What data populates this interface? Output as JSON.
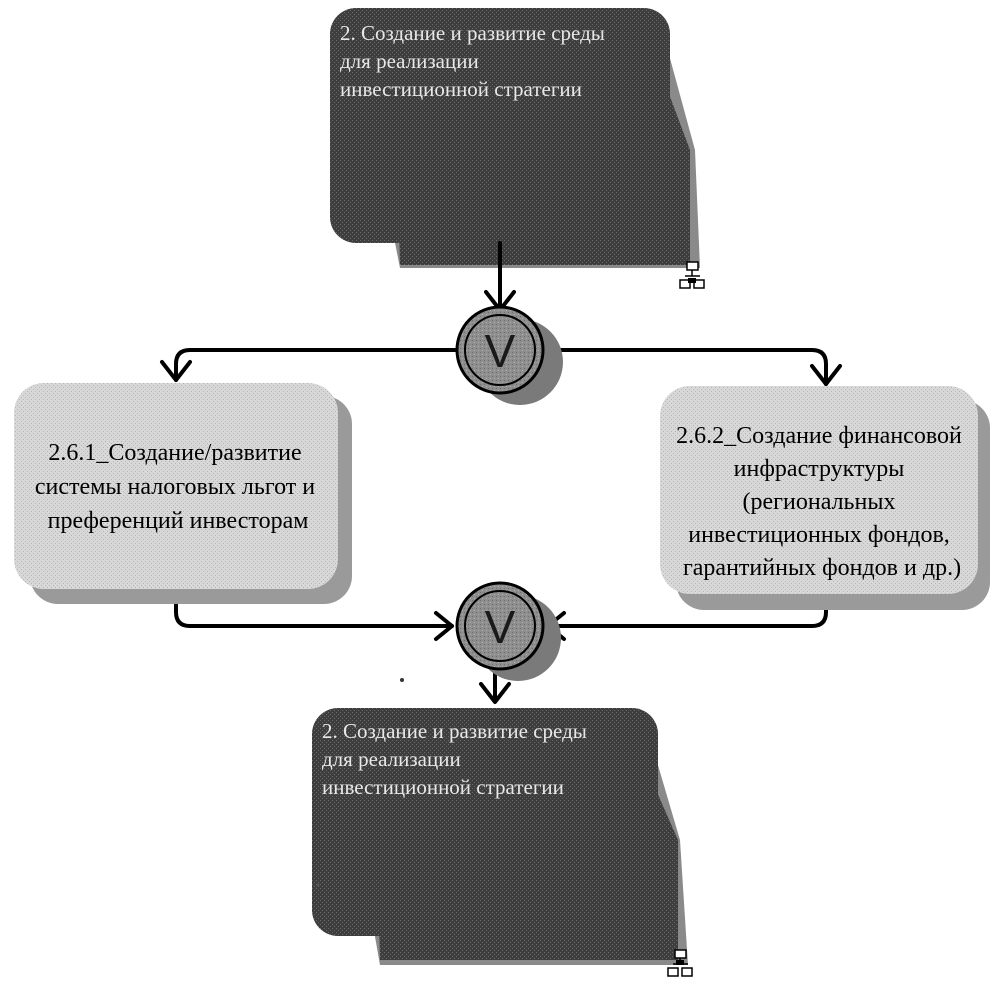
{
  "diagram": {
    "top_node": {
      "lines": [
        "2. Создание и развитие среды",
        "для реализации",
        "инвестиционной стратегии"
      ]
    },
    "gateway_top": {
      "symbol": "V"
    },
    "left_node": {
      "lines": [
        "2.6.1_Создание/развитие",
        "системы налоговых льгот и",
        "преференций инвесторам"
      ]
    },
    "right_node": {
      "lines": [
        "2.6.2_Создание финансовой",
        "инфраструктуры",
        "(региональных",
        "инвестиционных фондов,",
        "гарантийных фондов и др.)"
      ]
    },
    "gateway_bottom": {
      "symbol": "V"
    },
    "bottom_node": {
      "lines": [
        "2. Создание и развитие среды",
        "для реализации",
        "инвестиционной стратегии"
      ]
    },
    "colors": {
      "dark_node": "#4a4a4a",
      "dark_node_shadow": "#8a8a8a",
      "light_node": "#d6d6d6",
      "gateway": "#8c8c8c",
      "edge": "#000000"
    }
  }
}
